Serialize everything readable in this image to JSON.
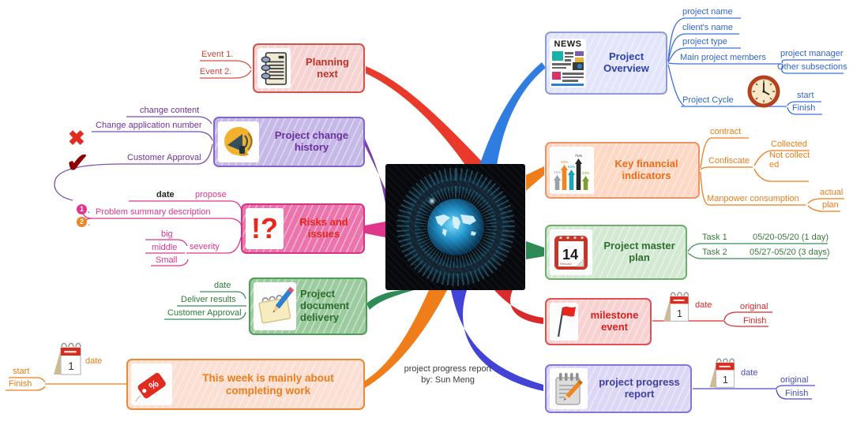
{
  "center": {
    "caption_line1": "project progress report",
    "caption_line2": "by:  Sun Meng"
  },
  "branches": {
    "planning": {
      "title": "Planning next",
      "event1": "Event 1.",
      "event2": "Event 2."
    },
    "change": {
      "title": "Project change history",
      "content": "change content",
      "app_number": "Change application number",
      "approval": "Customer Approval"
    },
    "risks": {
      "title": "Risks and issues",
      "icon_text": "!?",
      "date": "date",
      "propose": "propose",
      "summary": "Problem summary description",
      "n1": "1",
      "n2": "2",
      "dot": ".",
      "big": "big",
      "middle": "middle",
      "small": "Small",
      "severity": "severity"
    },
    "delivery": {
      "title": "Project document delivery",
      "date": "date",
      "results": "Deliver results",
      "approval": "Customer Approval"
    },
    "week": {
      "title": "This week is mainly about completing work",
      "icon_percent": "%",
      "date": "date",
      "start": "start",
      "finish": "Finish"
    },
    "overview": {
      "title": "Project Overview",
      "news": "NEWS",
      "project_name": "project name",
      "client_name": "client's name",
      "project_type": "project type",
      "members": "Main project members",
      "manager": "project manager",
      "other": "Other subsections",
      "cycle": "Project Cycle",
      "start": "start",
      "finish": "Finish"
    },
    "financial": {
      "title": "Key financial indicators",
      "bars": [
        "16%",
        "43%",
        "50%",
        "71%",
        "23%"
      ],
      "contract": "contract",
      "confiscate": "Confiscate",
      "collected": "Collected",
      "not_collected": "Not collected",
      "manpower": "Manpower consumption",
      "actual": "actual",
      "plan": "plan"
    },
    "master": {
      "title": "Project master plan",
      "cal_day": "14",
      "cal_month": "February",
      "task1": "Task 1",
      "task1_range": "05/20-05/20 (1 day)",
      "task2": "Task 2",
      "task2_range": "05/27-05/20 (3 days)"
    },
    "milestone": {
      "title": "milestone event",
      "date": "date",
      "original": "original",
      "finish": "Finish"
    },
    "report": {
      "title": "project progress report",
      "date": "date",
      "original": "original",
      "finish": "Finish"
    }
  },
  "icons": {
    "desk_calendar_day": "1"
  },
  "palette": {
    "red": "#d9402f",
    "purple": "#7a3fa8",
    "pink": "#e0368c",
    "green": "#2e8b57",
    "orange": "#ef7d1a",
    "blue": "#2f7de0",
    "indigo": "#4343d8"
  }
}
